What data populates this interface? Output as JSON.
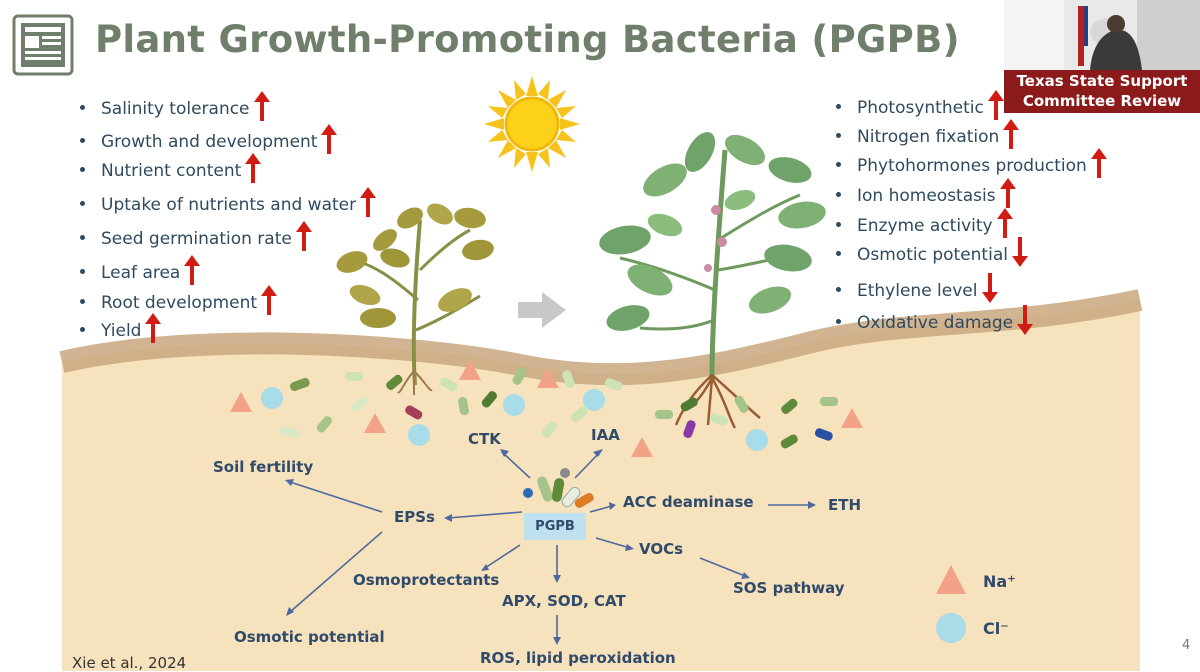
{
  "slide": {
    "title": "Plant Growth-Promoting Bacteria (PGPB)",
    "citation": "Xie et al., 2024",
    "page_number": "4"
  },
  "left_effects": [
    {
      "label": "Salinity tolerance",
      "direction": "up"
    },
    {
      "label": "Growth and development",
      "direction": "up"
    },
    {
      "label": "Nutrient content",
      "direction": "up"
    },
    {
      "label": "Uptake of nutrients and water",
      "direction": "up"
    },
    {
      "label": "Seed germination rate",
      "direction": "up"
    },
    {
      "label": "Leaf area",
      "direction": "up"
    },
    {
      "label": "Root development",
      "direction": "up"
    },
    {
      "label": "Yield",
      "direction": "up"
    }
  ],
  "right_effects": [
    {
      "label": "Photosynthetic",
      "direction": "up"
    },
    {
      "label": "Nitrogen fixation",
      "direction": "up"
    },
    {
      "label": "Phytohormones production",
      "direction": "up"
    },
    {
      "label": "Ion homeostasis",
      "direction": "up"
    },
    {
      "label": "Enzyme activity",
      "direction": "up"
    },
    {
      "label": "Osmotic potential",
      "direction": "down"
    },
    {
      "label": "Ethylene level",
      "direction": "down"
    },
    {
      "label": "Oxidative damage",
      "direction": "down"
    }
  ],
  "diagram": {
    "center": "PGPB",
    "ctk": "CTK",
    "iaa": "IAA",
    "soil_fertility": "Soil fertility",
    "epss": "EPSs",
    "acc": "ACC deaminase",
    "eth": "ETH",
    "vocs": "VOCs",
    "sos": "SOS pathway",
    "osmoprotectants": "Osmoprotectants",
    "enzymes": "APX, SOD, CAT",
    "osmotic_potential": "Osmotic potential",
    "ros": "ROS, lipid peroxidation"
  },
  "legend": {
    "na": "Na⁺",
    "cl": "Cl⁻"
  },
  "video_overlay": {
    "caption_line1": "Texas State Support",
    "caption_line2": "Committee Review"
  },
  "colors": {
    "title": "#6f7f6b",
    "text": "#2f4a5e",
    "arrow": "#d01c12",
    "soil": "#f6e2bd",
    "soil_edge": "#c9a77f",
    "caption_bg": "#8b1a1a"
  }
}
